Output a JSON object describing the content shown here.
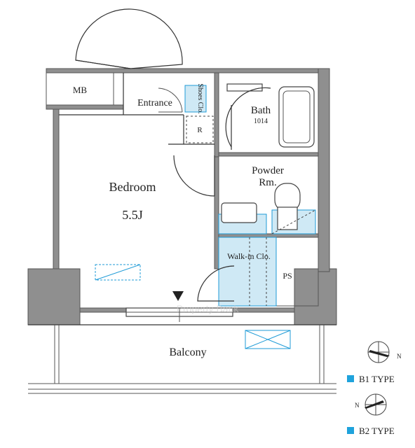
{
  "rooms": {
    "mb": "MB",
    "entrance": "Entrance",
    "shoes_closet": "Shoes Clo.",
    "refrigerator": "R",
    "bath": "Bath",
    "bath_size": "1014",
    "powder_room_line1": "Powder",
    "powder_room_line2": "Rm.",
    "bedroom": "Bedroom",
    "bedroom_size": "5.5J",
    "walk_in_closet": "Walk-in Clo.",
    "ps": "PS",
    "balcony": "Balcony"
  },
  "legend": {
    "b1_type": "B1 TYPE",
    "b2_type": "B2 TYPE",
    "north_mark": "N"
  },
  "watermark": "Property Bank",
  "colors": {
    "wall_fill": "#8f8f8f",
    "highlight_fill": "#cfe9f5",
    "highlight_stroke": "#1f9bd7",
    "legend_square": "#1fa3dc"
  }
}
